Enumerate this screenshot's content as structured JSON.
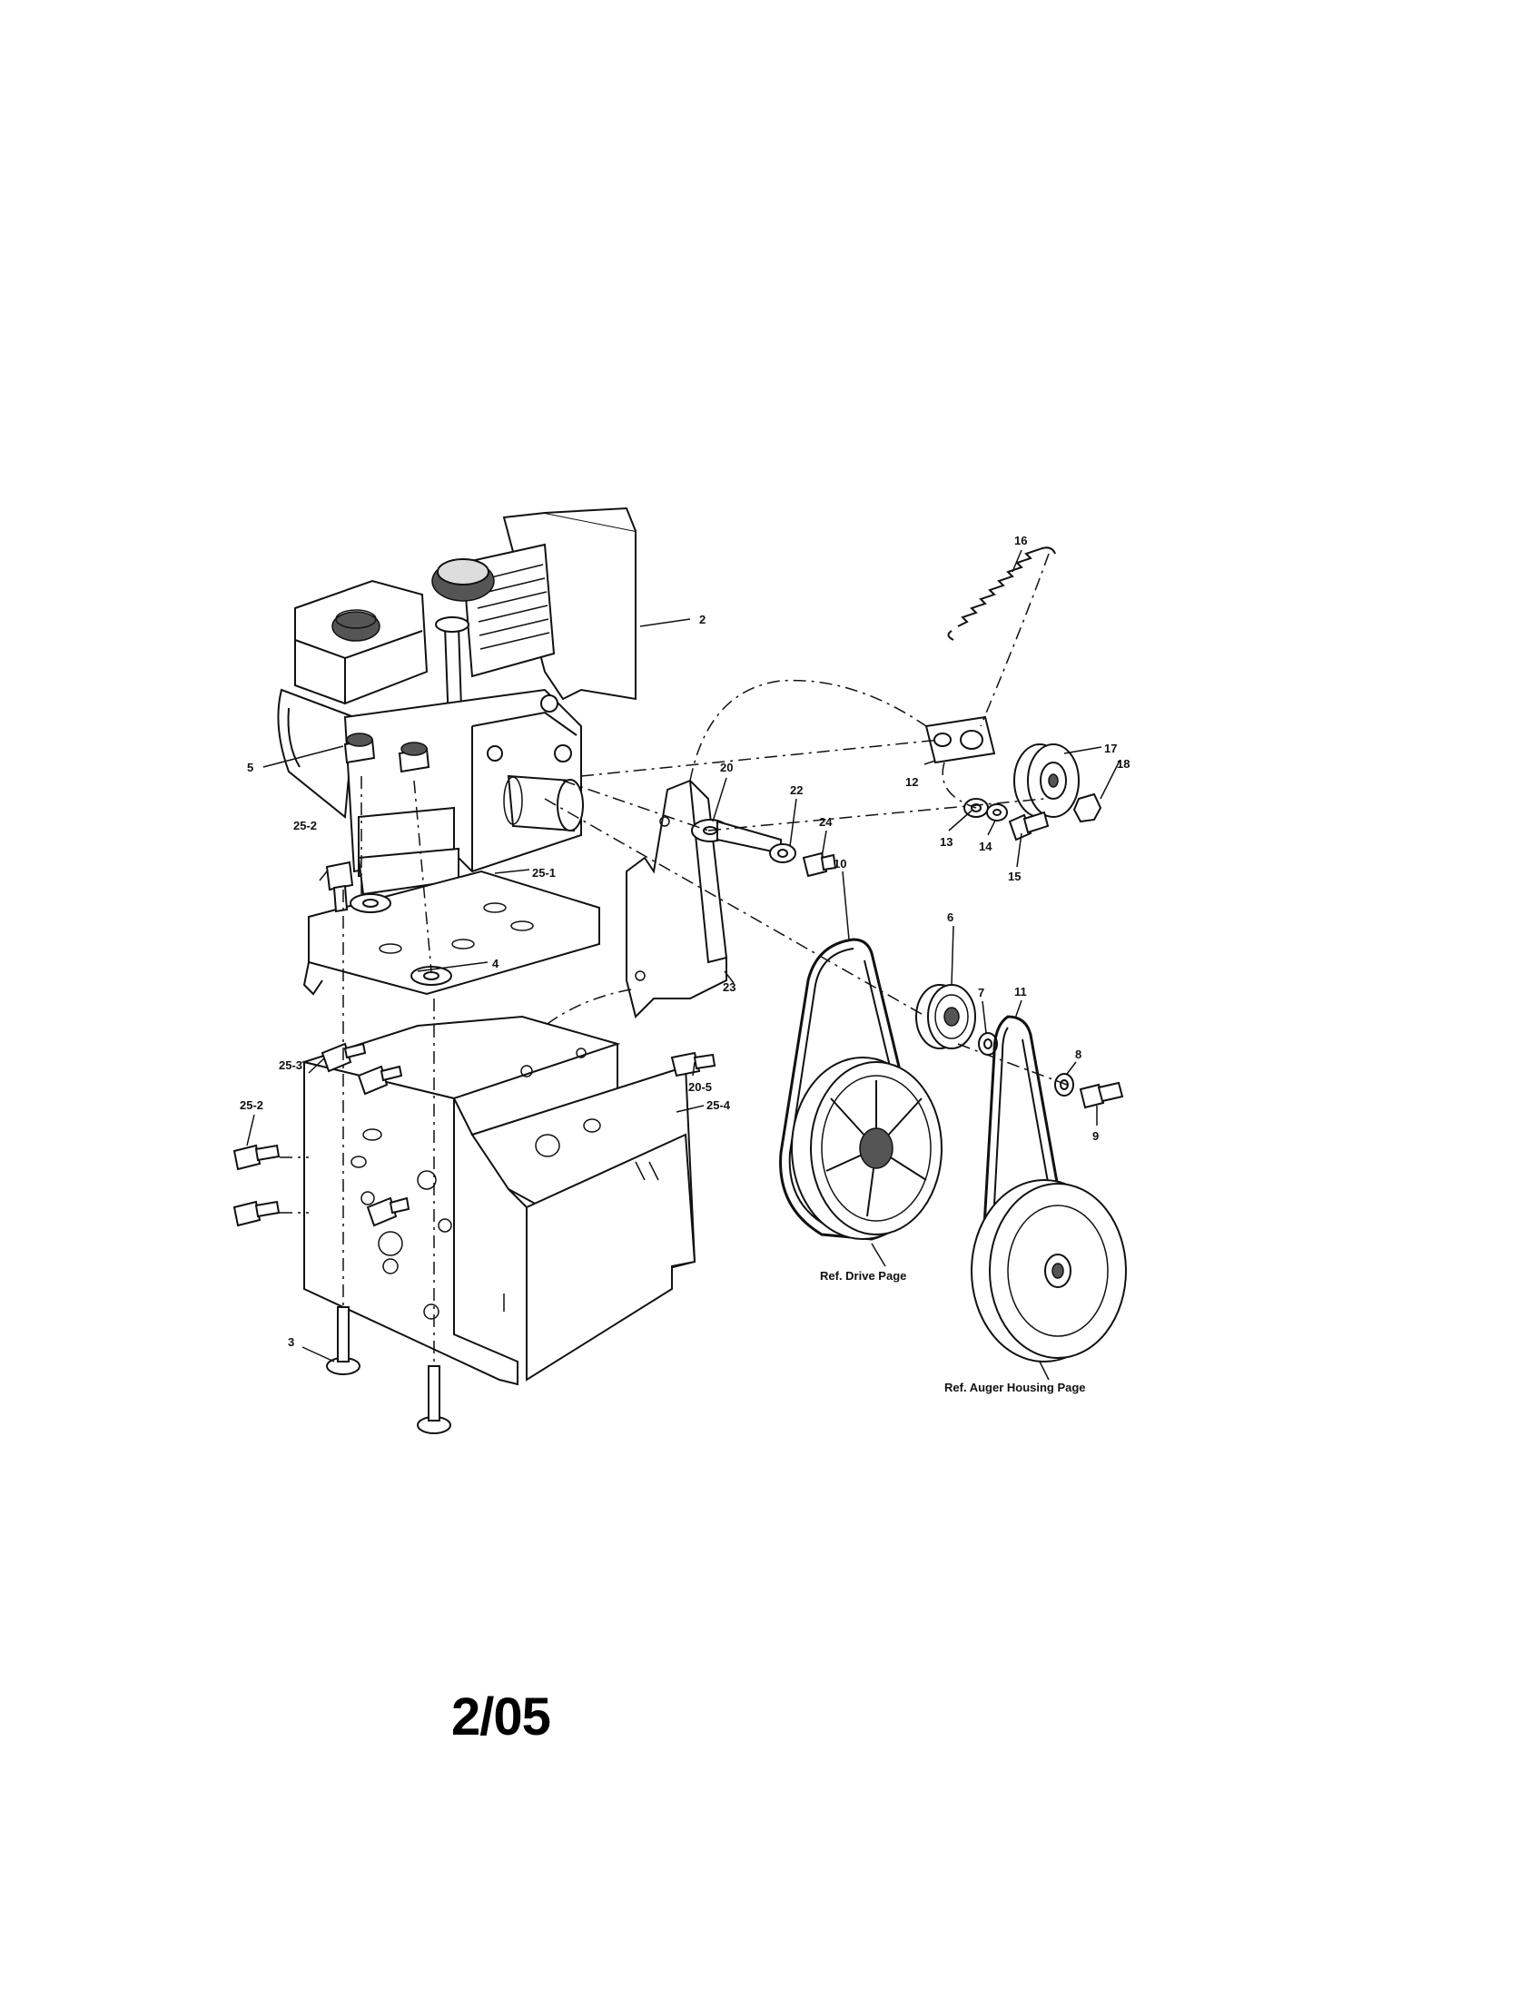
{
  "page": {
    "date": "2/05"
  },
  "callouts": [
    {
      "id": "c-2",
      "text": "2"
    },
    {
      "id": "c-5",
      "text": "5"
    },
    {
      "id": "c-25-2a",
      "text": "25-2"
    },
    {
      "id": "c-25-1",
      "text": "25-1"
    },
    {
      "id": "c-4",
      "text": "4"
    },
    {
      "id": "c-25-3",
      "text": "25-3"
    },
    {
      "id": "c-25-2b",
      "text": "25-2"
    },
    {
      "id": "c-25-4",
      "text": "25-4"
    },
    {
      "id": "c-3",
      "text": "3"
    },
    {
      "id": "c-20",
      "text": "20"
    },
    {
      "id": "c-22",
      "text": "22"
    },
    {
      "id": "c-24",
      "text": "24"
    },
    {
      "id": "c-23",
      "text": "23"
    },
    {
      "id": "c-20-5",
      "text": "20-5"
    },
    {
      "id": "c-10",
      "text": "10"
    },
    {
      "id": "c-6",
      "text": "6"
    },
    {
      "id": "c-7",
      "text": "7"
    },
    {
      "id": "c-11",
      "text": "11"
    },
    {
      "id": "c-8",
      "text": "8"
    },
    {
      "id": "c-9",
      "text": "9"
    },
    {
      "id": "c-16",
      "text": "16"
    },
    {
      "id": "c-12",
      "text": "12"
    },
    {
      "id": "c-17",
      "text": "17"
    },
    {
      "id": "c-18",
      "text": "18"
    },
    {
      "id": "c-13",
      "text": "13"
    },
    {
      "id": "c-14",
      "text": "14"
    },
    {
      "id": "c-15",
      "text": "15"
    }
  ],
  "references": {
    "drive": "Ref. Drive Page",
    "auger": "Ref. Auger Housing Page"
  }
}
